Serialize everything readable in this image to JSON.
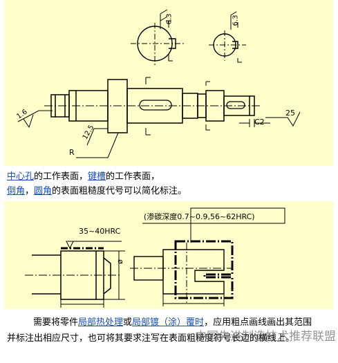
{
  "figure_top": {
    "roughness_labels": [
      "6.3",
      "6.3",
      "12.5",
      "25",
      "1.6"
    ],
    "chamfer_label": "C2",
    "radius_label": "R"
  },
  "caption_top": {
    "line1": [
      {
        "text": "中心孔",
        "link": true
      },
      {
        "text": "的工作表面，",
        "link": false
      },
      {
        "text": "键槽",
        "link": true
      },
      {
        "text": "的工作表面，",
        "link": false
      }
    ],
    "line2": [
      {
        "text": "倒角",
        "link": true
      },
      {
        "text": "，",
        "link": false
      },
      {
        "text": "圆角",
        "link": true
      },
      {
        "text": "的表面粗糙度代号可以简化标注。",
        "link": false
      }
    ]
  },
  "figure_bottom": {
    "hardness_label": "35~40HRC",
    "carburize_label": "(渗碳深度0.7~0.9,56~62HRC)",
    "diameter_symbol": "ø"
  },
  "paragraph": {
    "line1": [
      {
        "text": "需要将零件",
        "link": false
      },
      {
        "text": "局部热处理",
        "link": true
      },
      {
        "text": "或",
        "link": false
      },
      {
        "text": "局部镀（涂）覆时",
        "link": true
      },
      {
        "text": "，应用粗点画线画出其范围",
        "link": false
      }
    ],
    "line2": [
      {
        "text": "并标注出相应尺寸，也可将其要求注写在表面粗糙度符号长边的横线上。",
        "link": false
      }
    ]
  },
  "watermark": "中国先进制造技术推荐联盟"
}
